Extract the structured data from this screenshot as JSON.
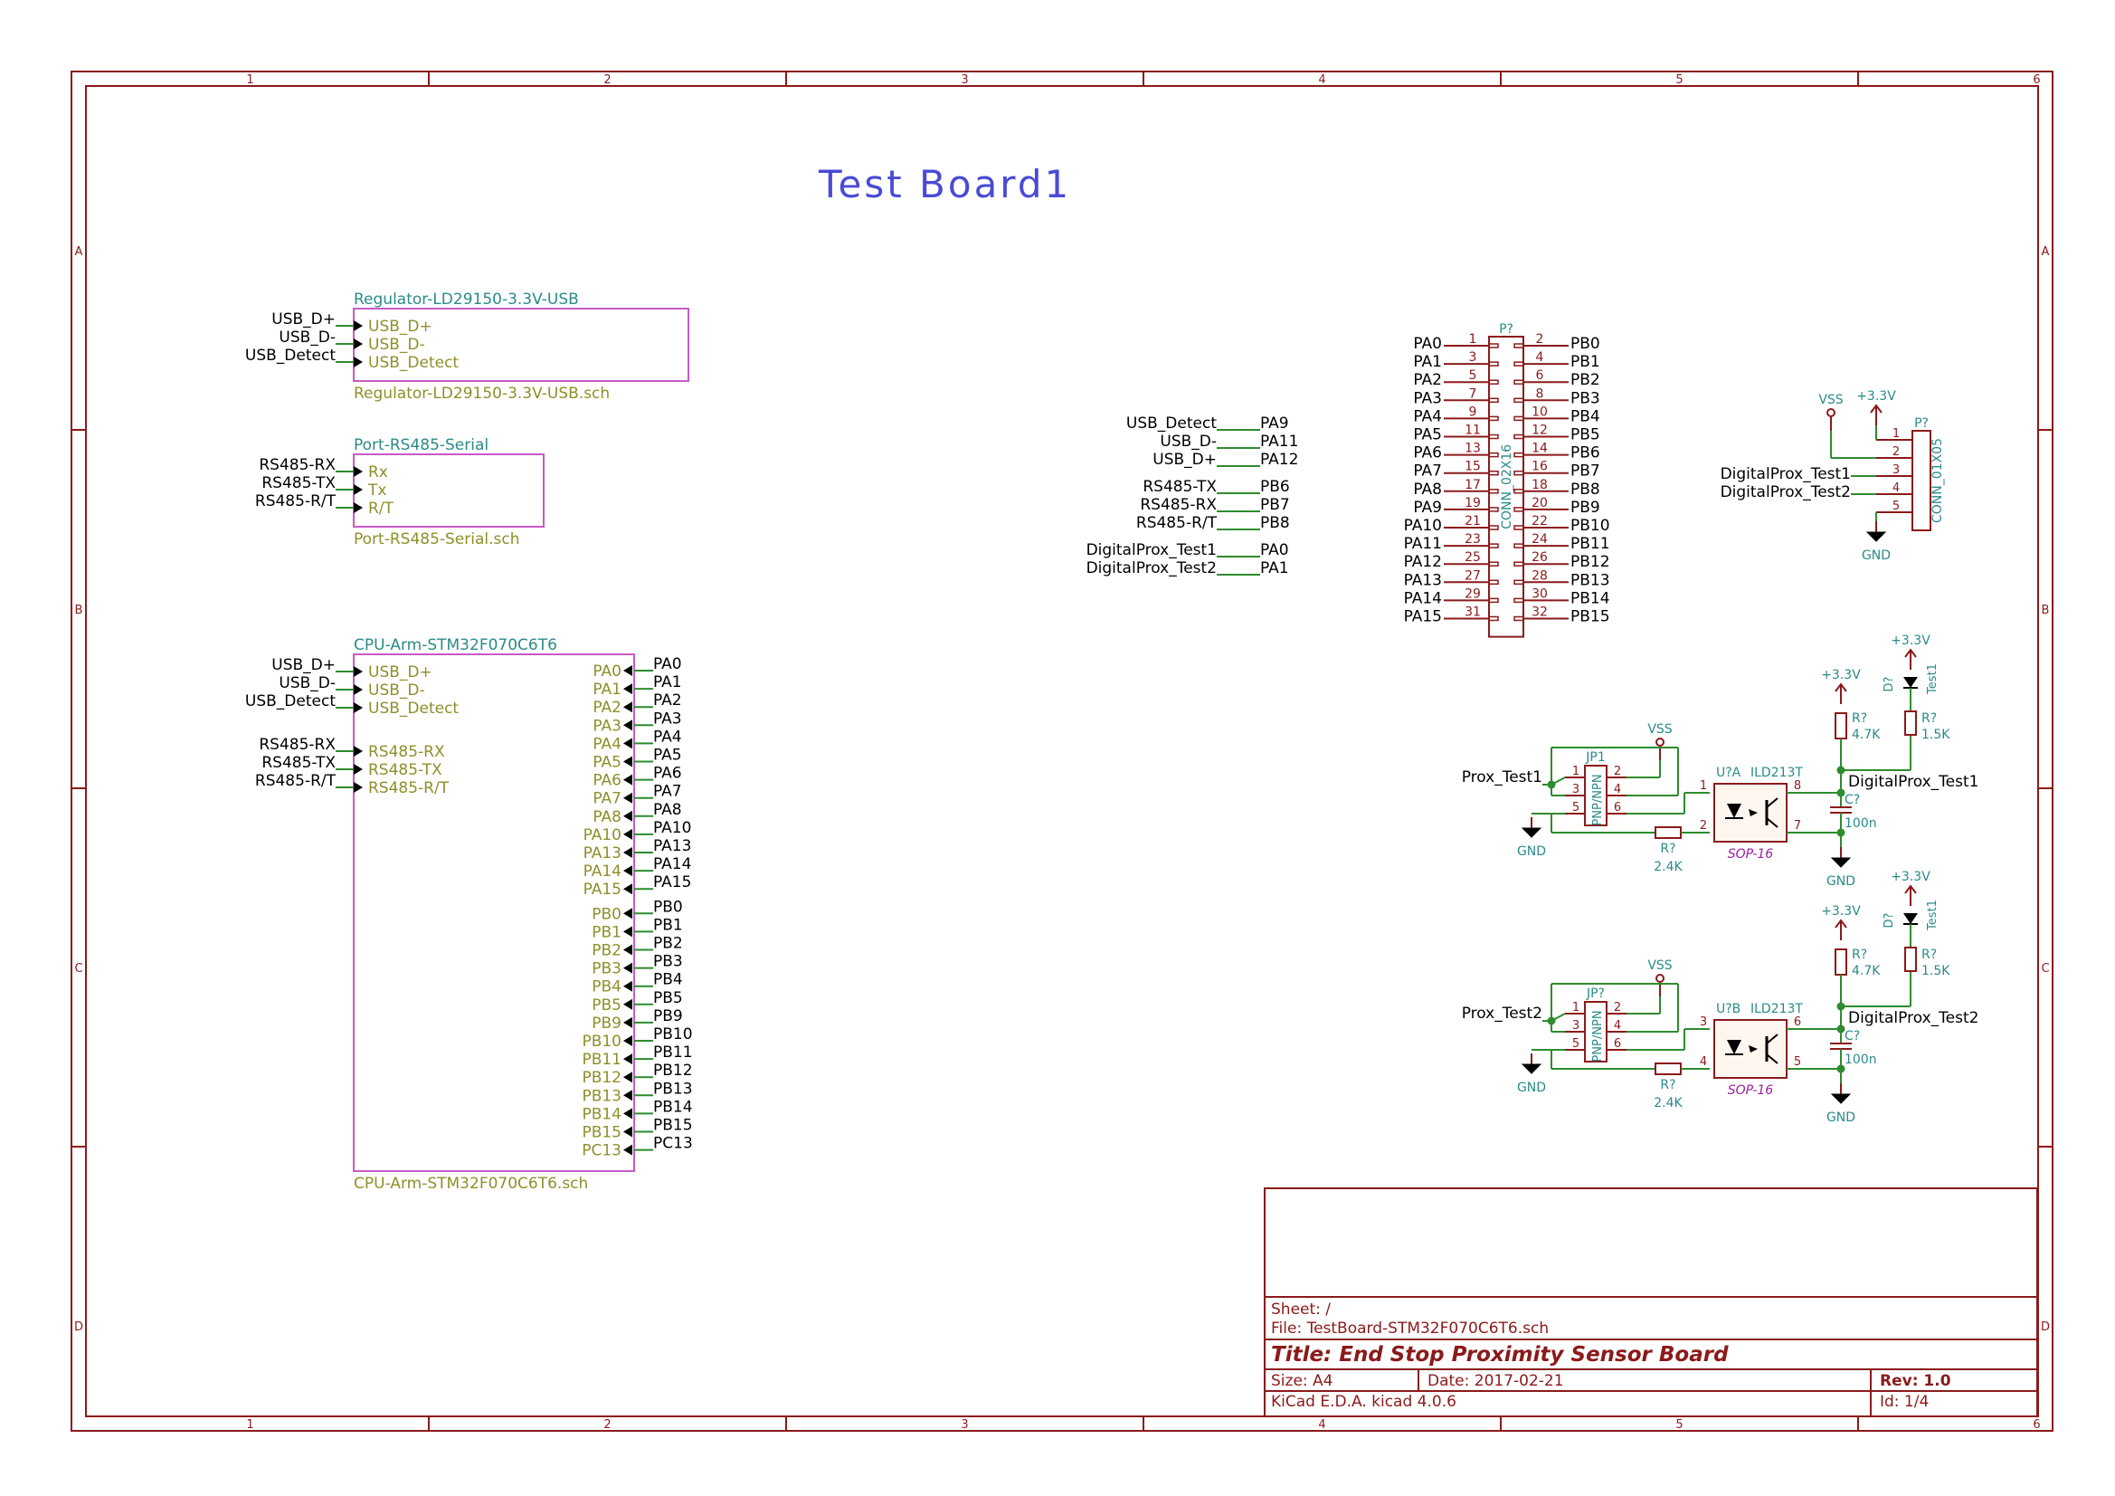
{
  "colors": {
    "border": "#8b1a1a",
    "wire": "#2e8b2e",
    "pin": "#8b1a1a",
    "label": "#000000",
    "sheet_name": "#2a8a8a",
    "sheet_file": "#8f8f2a",
    "sheet_box": "#c85ac8",
    "power": "#2a8a8a",
    "title_text": "#4a4ad6",
    "footprint": "#9a20a0"
  },
  "frame": {
    "columns": [
      "1",
      "2",
      "3",
      "4",
      "5",
      "6"
    ],
    "rows": [
      "A",
      "B",
      "C",
      "D"
    ]
  },
  "page_heading": "Test Board1",
  "sheets": [
    {
      "name": "Regulator-LD29150-3.3V-USB",
      "file": "Regulator-LD29150-3.3V-USB.sch",
      "pins": [
        "USB_D+",
        "USB_D-",
        "USB_Detect"
      ],
      "nets": [
        "USB_D+",
        "USB_D-",
        "USB_Detect"
      ]
    },
    {
      "name": "Port-RS485-Serial",
      "file": "Port-RS485-Serial.sch",
      "pins": [
        "Rx",
        "Tx",
        "R/T"
      ],
      "nets": [
        "RS485-RX",
        "RS485-TX",
        "RS485-R/T"
      ]
    },
    {
      "name": "CPU-Arm-STM32F070C6T6",
      "file": "CPU-Arm-STM32F070C6T6.sch",
      "left_pins": [
        "USB_D+",
        "USB_D-",
        "USB_Detect",
        "RS485-RX",
        "RS485-TX",
        "RS485-R/T"
      ],
      "left_nets": [
        "USB_D+",
        "USB_D-",
        "USB_Detect",
        "RS485-RX",
        "RS485-TX",
        "RS485-R/T"
      ],
      "right_pins": [
        "PA0",
        "PA1",
        "PA2",
        "PA3",
        "PA4",
        "PA5",
        "PA6",
        "PA7",
        "PA8",
        "PA10",
        "PA13",
        "PA14",
        "PA15",
        "PB0",
        "PB1",
        "PB2",
        "PB3",
        "PB4",
        "PB5",
        "PB9",
        "PB10",
        "PB11",
        "PB12",
        "PB13",
        "PB14",
        "PB15",
        "PC13"
      ]
    }
  ],
  "net_map": [
    {
      "from": "USB_Detect",
      "to": "PA9"
    },
    {
      "from": "USB_D-",
      "to": "PA11"
    },
    {
      "from": "USB_D+",
      "to": "PA12"
    },
    {
      "from": "RS485-TX",
      "to": "PB6"
    },
    {
      "from": "RS485-RX",
      "to": "PB7"
    },
    {
      "from": "RS485-R/T",
      "to": "PB8"
    },
    {
      "from": "DigitalProx_Test1",
      "to": "PA0"
    },
    {
      "from": "DigitalProx_Test2",
      "to": "PA1"
    }
  ],
  "conn_32": {
    "ref": "P?",
    "value": "CONN_02X16",
    "left_nets": [
      "PA0",
      "PA1",
      "PA2",
      "PA3",
      "PA4",
      "PA5",
      "PA6",
      "PA7",
      "PA8",
      "PA9",
      "PA10",
      "PA11",
      "PA12",
      "PA13",
      "PA14",
      "PA15"
    ],
    "right_nets": [
      "PB0",
      "PB1",
      "PB2",
      "PB3",
      "PB4",
      "PB5",
      "PB6",
      "PB7",
      "PB8",
      "PB9",
      "PB10",
      "PB11",
      "PB12",
      "PB13",
      "PB14",
      "PB15"
    ],
    "left_pins": [
      "1",
      "3",
      "5",
      "7",
      "9",
      "11",
      "13",
      "15",
      "17",
      "19",
      "21",
      "23",
      "25",
      "27",
      "29",
      "31"
    ],
    "right_pins": [
      "2",
      "4",
      "6",
      "8",
      "10",
      "12",
      "14",
      "16",
      "18",
      "20",
      "22",
      "24",
      "26",
      "28",
      "30",
      "32"
    ]
  },
  "conn_5": {
    "ref": "P?",
    "value": "CONN_01X05",
    "pins": [
      "1",
      "2",
      "3",
      "4",
      "5"
    ],
    "nets": [
      "DigitalProx_Test1",
      "DigitalProx_Test2"
    ],
    "power": [
      "VSS",
      "+3.3V",
      "GND"
    ]
  },
  "opto_circuits": [
    {
      "jumper_ref": "JP1",
      "jumper_value": "PNP/NPN",
      "jumper_pins": [
        "1",
        "2",
        "3",
        "4",
        "5",
        "6"
      ],
      "input_net": "Prox_Test1",
      "opto_ref": "U?A",
      "opto_value": "ILD213T",
      "opto_pins": [
        "1",
        "2",
        "8",
        "7"
      ],
      "package": "SOP-16",
      "r_series_ref": "R?",
      "r_series_value": "2.4K",
      "r_pullup_ref": "R?",
      "r_pullup_value": "4.7K",
      "r_led_ref": "R?",
      "r_led_value": "1.5K",
      "cap_ref": "C?",
      "cap_value": "100n",
      "led_ref": "D?",
      "led_value": "Test1",
      "output_net": "DigitalProx_Test1",
      "vss": "VSS",
      "vcc": "+3.3V",
      "gnd": "GND"
    },
    {
      "jumper_ref": "JP?",
      "jumper_value": "PNP/NPN",
      "jumper_pins": [
        "1",
        "2",
        "3",
        "4",
        "5",
        "6"
      ],
      "input_net": "Prox_Test2",
      "opto_ref": "U?B",
      "opto_value": "ILD213T",
      "opto_pins": [
        "3",
        "4",
        "6",
        "5"
      ],
      "package": "SOP-16",
      "r_series_ref": "R?",
      "r_series_value": "2.4K",
      "r_pullup_ref": "R?",
      "r_pullup_value": "4.7K",
      "r_led_ref": "R?",
      "r_led_value": "1.5K",
      "cap_ref": "C?",
      "cap_value": "100n",
      "led_ref": "D?",
      "led_value": "Test1",
      "output_net": "DigitalProx_Test2",
      "vss": "VSS",
      "vcc": "+3.3V",
      "gnd": "GND"
    }
  ],
  "title_block": {
    "sheet": "Sheet: /",
    "file": "File: TestBoard-STM32F070C6T6.sch",
    "title": "Title: End Stop Proximity Sensor Board",
    "size": "Size: A4",
    "date": "Date: 2017-02-21",
    "rev": "Rev: 1.0",
    "tool": "KiCad E.D.A.  kicad 4.0.6",
    "id": "Id: 1/4"
  }
}
